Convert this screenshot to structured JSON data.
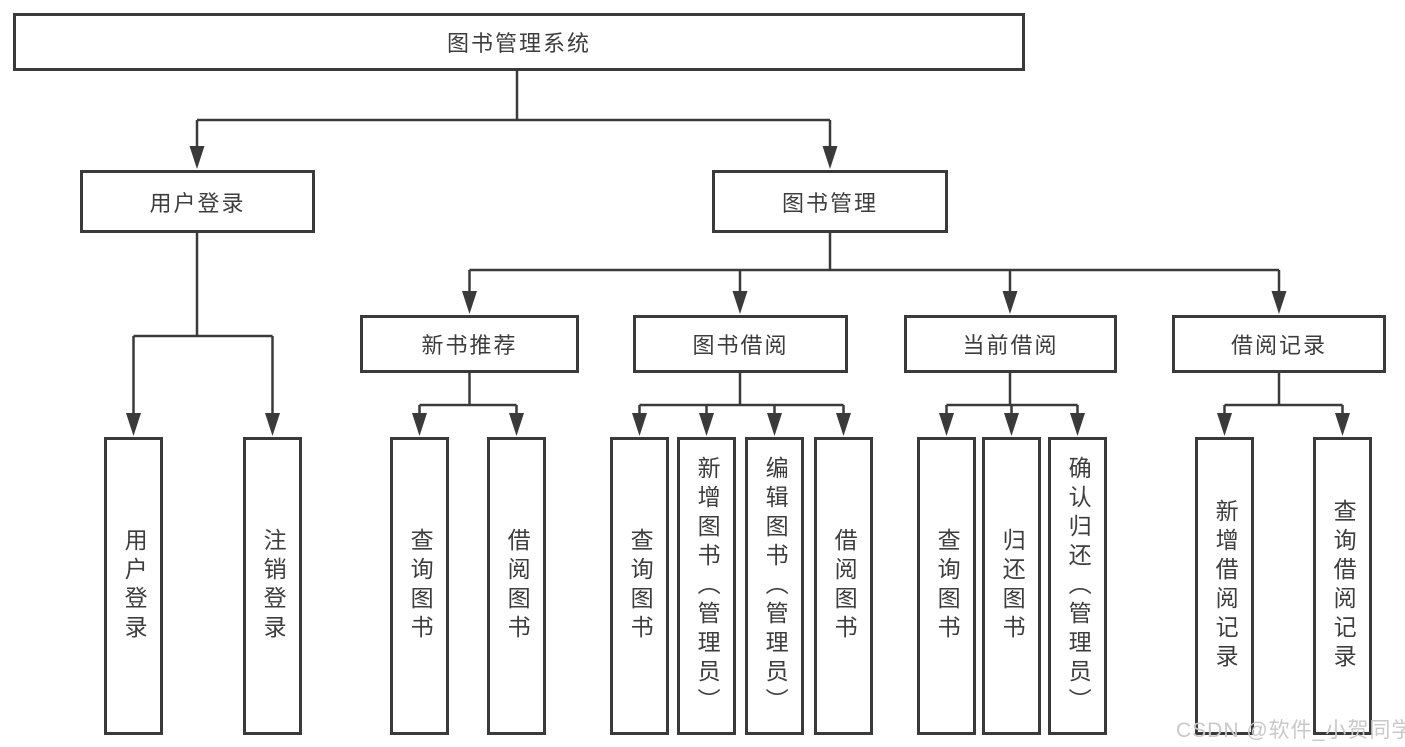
{
  "nodes": {
    "root": "图书管理系统",
    "user_login": "用户登录",
    "book_management": "图书管理",
    "new_book_recommend": "新书推荐",
    "book_borrow": "图书借阅",
    "current_borrow": "当前借阅",
    "borrow_records": "借阅记录",
    "leaves": {
      "user_login": [
        "用户登录",
        "注销登录"
      ],
      "new_book_recommend": [
        "查询图书",
        "借阅图书"
      ],
      "book_borrow": [
        "查询图书",
        "新增图书（管理员）",
        "编辑图书（管理员）",
        "借阅图书"
      ],
      "current_borrow": [
        "查询图书",
        "归还图书",
        "确认归还（管理员）"
      ],
      "borrow_records": [
        "新增借阅记录",
        "查询借阅记录"
      ]
    }
  },
  "watermark": "CSDN @软件_小贺同学",
  "colors": {
    "line": "#3a3a3a",
    "text": "#3d3d3d",
    "watermark": "#c9c9c9",
    "background": "#ffffff"
  }
}
